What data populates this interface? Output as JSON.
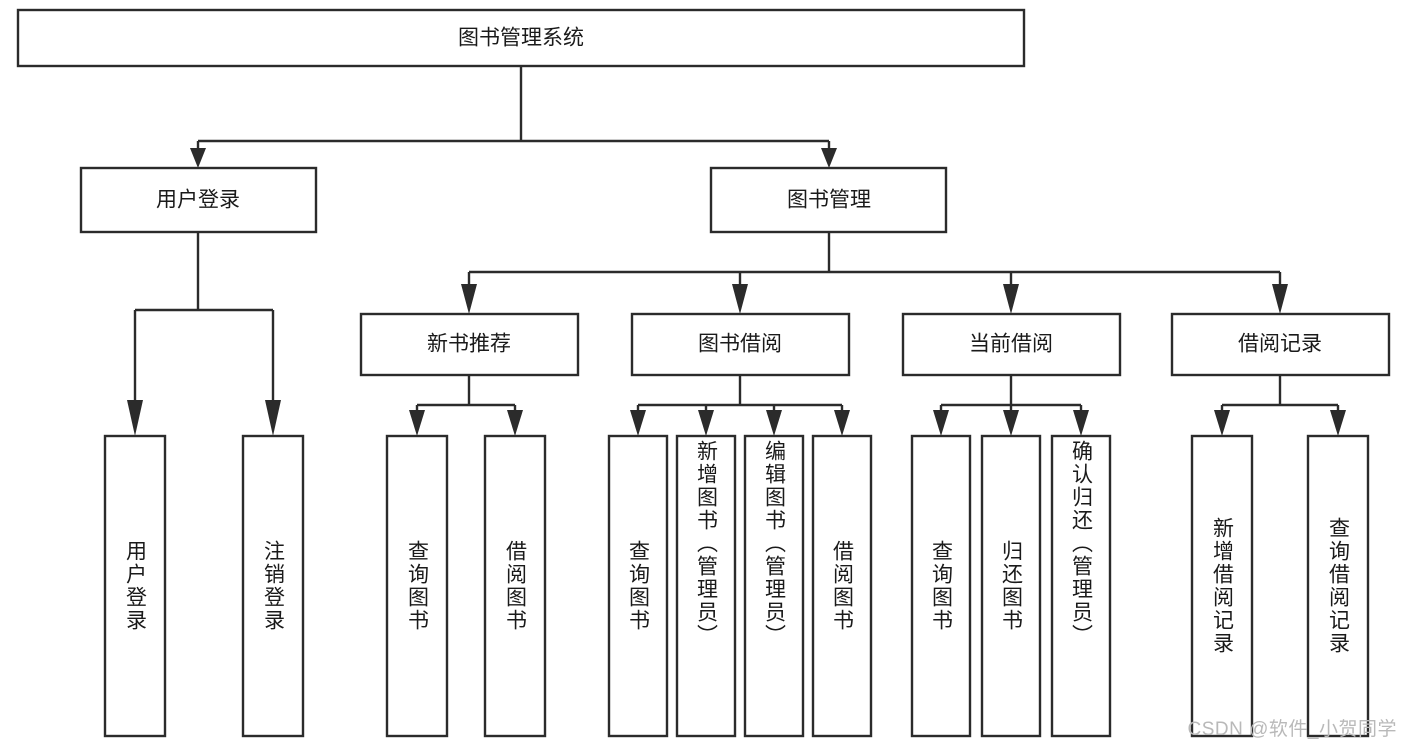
{
  "diagram": {
    "type": "tree",
    "title": "图书管理系统",
    "root": {
      "label": "图书管理系统"
    },
    "level2": [
      {
        "label": "用户登录"
      },
      {
        "label": "图书管理"
      }
    ],
    "level3": [
      {
        "label": "新书推荐"
      },
      {
        "label": "图书借阅"
      },
      {
        "label": "当前借阅"
      },
      {
        "label": "借阅记录"
      }
    ],
    "leaves": {
      "user_login": [
        {
          "label": "用户登录"
        },
        {
          "label": "注销登录"
        }
      ],
      "new_book_recommend": [
        {
          "label": "查询图书"
        },
        {
          "label": "借阅图书"
        }
      ],
      "book_borrow": [
        {
          "label": "查询图书"
        },
        {
          "label": "新增图书（管理员）"
        },
        {
          "label": "编辑图书（管理员）"
        },
        {
          "label": "借阅图书"
        }
      ],
      "current_borrow": [
        {
          "label": "查询图书"
        },
        {
          "label": "归还图书"
        },
        {
          "label": "确认归还（管理员）"
        }
      ],
      "borrow_record": [
        {
          "label": "新增借阅记录"
        },
        {
          "label": "查询借阅记录"
        }
      ]
    }
  },
  "watermark": {
    "text": "CSDN @软件_小贺同学"
  },
  "colors": {
    "stroke": "#2b2b2b",
    "box_fill": "#ffffff",
    "text": "#1a1a1a",
    "watermark": "#b9b9b9",
    "background": "#ffffff"
  }
}
